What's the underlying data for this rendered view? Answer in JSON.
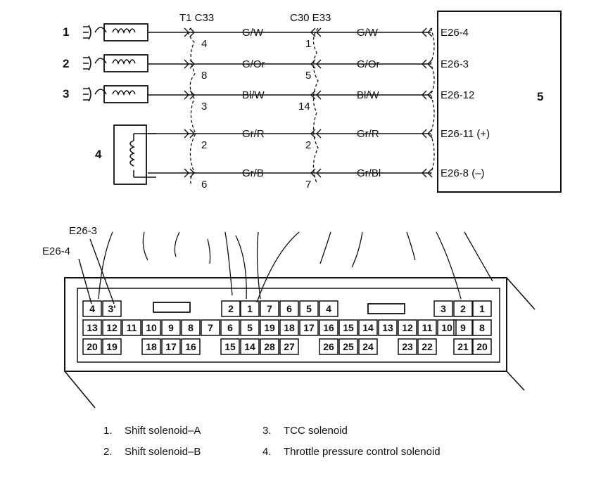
{
  "components": [
    {
      "num": "1"
    },
    {
      "num": "2"
    },
    {
      "num": "3"
    },
    {
      "num": "4"
    },
    {
      "num": "5"
    }
  ],
  "connectors": {
    "left": "T1 C33",
    "right": "C30 E33"
  },
  "wires": [
    {
      "color": "G/W",
      "color_right": "G/W",
      "pin_t1": "4",
      "pin_c30": "1",
      "ecm": "E26-4"
    },
    {
      "color": "G/Or",
      "color_right": "G/Or",
      "pin_t1": "8",
      "pin_c30": "5",
      "ecm": "E26-3"
    },
    {
      "color": "Bl/W",
      "color_right": "Bl/W",
      "pin_t1": "3",
      "pin_c30": "14",
      "ecm": "E26-12"
    },
    {
      "color": "Gr/R",
      "color_right": "Gr/R",
      "pin_t1": "2",
      "pin_c30": "2",
      "ecm": "E26-11 (+)"
    },
    {
      "color": "Gr/B",
      "color_right": "Gr/Bl",
      "pin_t1": "6",
      "pin_c30": "7",
      "ecm": "E26-8 (–)"
    }
  ],
  "callouts": {
    "e26_3": "E26-3",
    "e26_4": "E26-4"
  },
  "connector_rows": {
    "row1": [
      "4",
      "3'",
      "",
      "",
      "",
      "",
      "",
      "",
      "",
      "2",
      "1",
      "7",
      "6",
      "5",
      "4",
      "",
      "",
      "",
      "",
      "",
      "",
      "",
      "3",
      "2",
      "1"
    ],
    "row2": [
      "13",
      "12",
      "11",
      "10",
      "9",
      "8",
      "7",
      "6",
      "5",
      "19",
      "18",
      "17",
      "16",
      "15",
      "14",
      "13",
      "12",
      "11",
      "10",
      "9",
      "8"
    ],
    "row3": [
      "20",
      "19",
      "18",
      "17",
      "16",
      "15",
      "14",
      "28",
      "27",
      "26",
      "25",
      "24",
      "23",
      "22",
      "21",
      "20"
    ]
  },
  "legend": [
    {
      "num": "1.",
      "text": "Shift solenoid–A"
    },
    {
      "num": "2.",
      "text": "Shift solenoid–B"
    },
    {
      "num": "3.",
      "text": "TCC solenoid"
    },
    {
      "num": "4.",
      "text": "Throttle pressure control solenoid"
    }
  ]
}
